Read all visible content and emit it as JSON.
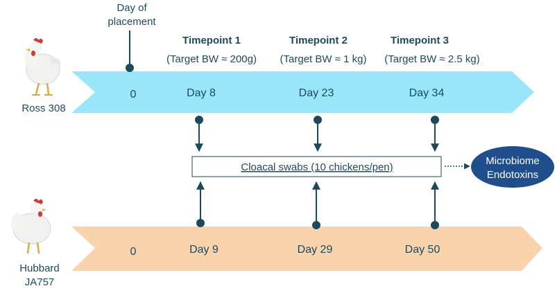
{
  "placement": {
    "line1": "Day of",
    "line2": "placement"
  },
  "timepoints": [
    {
      "title": "Timepoint 1",
      "target": "(Target BW ≈ 200g)"
    },
    {
      "title": "Timepoint 2",
      "target": "(Target BW ≈ 1 kg)"
    },
    {
      "title": "Timepoint 3",
      "target": "(Target BW ≈ 2.5 kg)"
    }
  ],
  "ross": {
    "label": "Ross 308",
    "start": "0",
    "days": [
      "Day 8",
      "Day 23",
      "Day 34"
    ]
  },
  "hubbard": {
    "label_line1": "Hubbard",
    "label_line2": "JA757",
    "start": "0",
    "days": [
      "Day 9",
      "Day 29",
      "Day 50"
    ]
  },
  "swabs": {
    "label": "Cloacal swabs (10 chickens/pen)"
  },
  "outcome": {
    "line1": "Microbiome",
    "line2": "Endotoxins"
  },
  "colors": {
    "ross_arrow": "#99e6fb",
    "hubbard_arrow": "#f9d3ac",
    "text": "#1b4a5c",
    "ellipse": "#1f4e8c"
  }
}
